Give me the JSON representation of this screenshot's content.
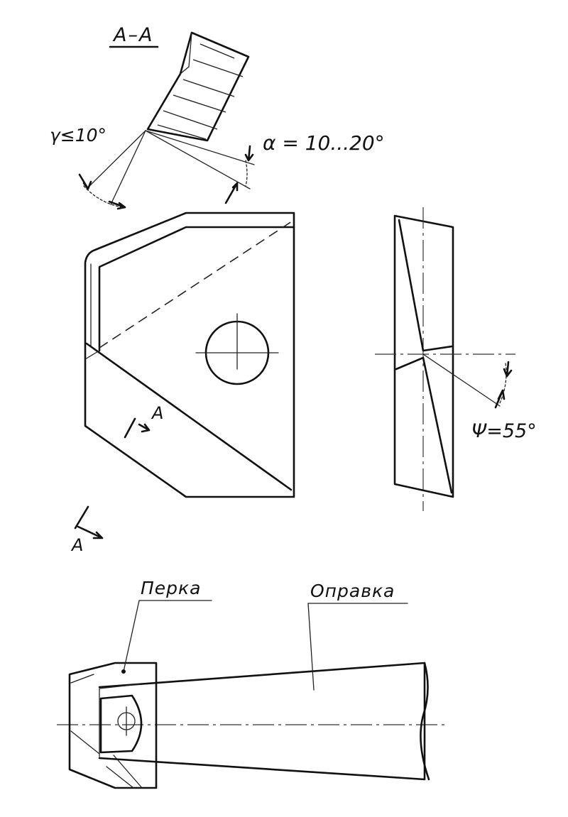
{
  "labels": {
    "section_title": "A–A",
    "gamma": "γ≤10°",
    "alpha": "α = 10...20°",
    "psi": "Ψ=55°",
    "section_mark_upper": "A",
    "section_mark_lower": "A",
    "part_insert": "Перка",
    "part_holder": "Оправка"
  }
}
